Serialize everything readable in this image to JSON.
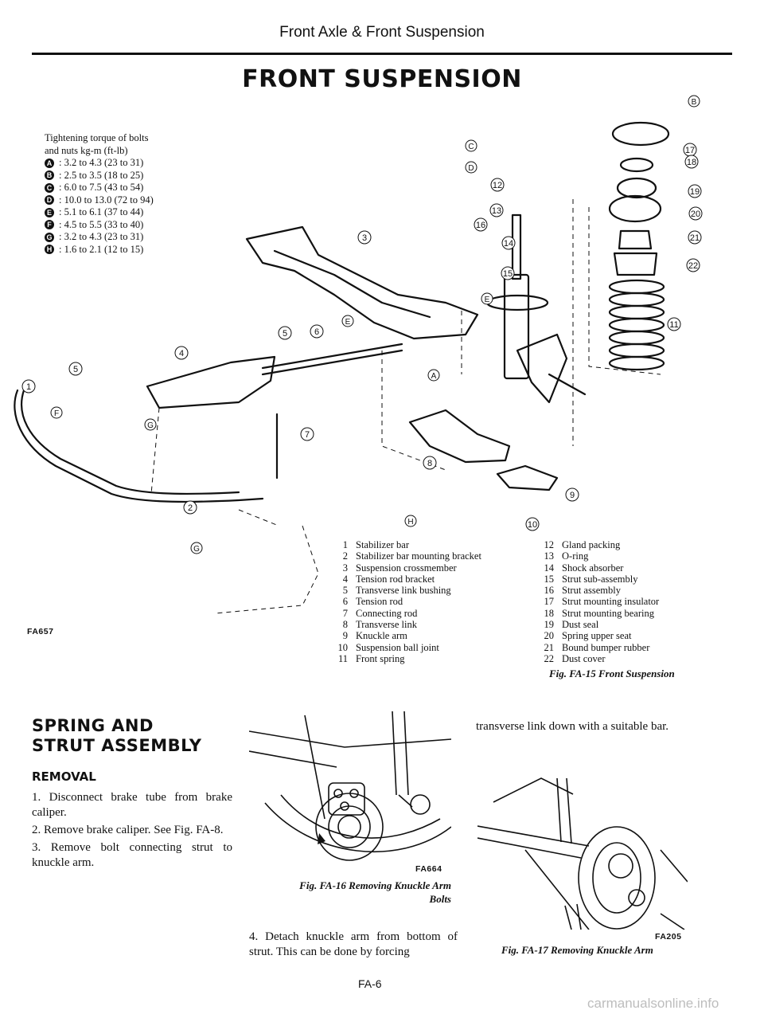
{
  "header": {
    "section_title": "Front Axle & Front Suspension",
    "page_title": "FRONT SUSPENSION"
  },
  "torque_table": {
    "heading": "Tightening torque of bolts",
    "unit_line": "and nuts kg-m (ft-lb)",
    "rows": [
      {
        "key": "A",
        "value": ": 3.2 to 4.3 (23 to 31)"
      },
      {
        "key": "B",
        "value": ": 2.5 to 3.5 (18 to 25)"
      },
      {
        "key": "C",
        "value": ": 6.0 to 7.5 (43 to 54)"
      },
      {
        "key": "D",
        "value": ": 10.0 to 13.0 (72 to 94)"
      },
      {
        "key": "E",
        "value": ": 5.1 to 6.1 (37 to 44)"
      },
      {
        "key": "F",
        "value": ": 4.5 to 5.5 (33 to 40)"
      },
      {
        "key": "G",
        "value": ": 3.2 to 4.3 (23 to 31)"
      },
      {
        "key": "H",
        "value": ": 1.6 to 2.1 (12 to 15)"
      }
    ]
  },
  "diagram": {
    "code": "FA657",
    "callouts": [
      "1",
      "2",
      "3",
      "4",
      "5",
      "6",
      "7",
      "8",
      "9",
      "10",
      "11",
      "12",
      "13",
      "14",
      "15",
      "16",
      "17",
      "18",
      "19",
      "20",
      "21",
      "22"
    ],
    "letters": [
      "A",
      "B",
      "C",
      "D",
      "E",
      "F",
      "G",
      "H"
    ]
  },
  "parts_legend": {
    "left": [
      {
        "num": "1",
        "name": "Stabilizer bar"
      },
      {
        "num": "2",
        "name": "Stabilizer bar mounting bracket"
      },
      {
        "num": "3",
        "name": "Suspension crossmember"
      },
      {
        "num": "4",
        "name": "Tension rod bracket"
      },
      {
        "num": "5",
        "name": "Transverse link bushing"
      },
      {
        "num": "6",
        "name": "Tension rod"
      },
      {
        "num": "7",
        "name": "Connecting rod"
      },
      {
        "num": "8",
        "name": "Transverse link"
      },
      {
        "num": "9",
        "name": "Knuckle arm"
      },
      {
        "num": "10",
        "name": "Suspension ball joint"
      },
      {
        "num": "11",
        "name": "Front spring"
      }
    ],
    "right": [
      {
        "num": "12",
        "name": "Gland packing"
      },
      {
        "num": "13",
        "name": "O-ring"
      },
      {
        "num": "14",
        "name": "Shock absorber"
      },
      {
        "num": "15",
        "name": "Strut sub-assembly"
      },
      {
        "num": "16",
        "name": "Strut assembly"
      },
      {
        "num": "17",
        "name": "Strut mounting insulator"
      },
      {
        "num": "18",
        "name": "Strut mounting bearing"
      },
      {
        "num": "19",
        "name": "Dust seal"
      },
      {
        "num": "20",
        "name": "Spring upper seat"
      },
      {
        "num": "21",
        "name": "Bound bumper rubber"
      },
      {
        "num": "22",
        "name": "Dust cover"
      }
    ]
  },
  "fig15_caption": "Fig. FA-15 Front Suspension",
  "spring_section": {
    "heading_line1": "SPRING AND",
    "heading_line2": "STRUT ASSEMBLY",
    "subheading": "REMOVAL",
    "steps": [
      "1. Disconnect brake tube from brake caliper.",
      "2. Remove brake caliper. See Fig. FA-8.",
      "3. Remove bolt connecting strut to knuckle arm."
    ]
  },
  "fig16": {
    "code": "FA664",
    "caption_line1": "Fig. FA-16 Removing Knuckle Arm",
    "caption_line2": "Bolts"
  },
  "step4_text": "4. Detach knuckle arm from bottom of strut. This can be done by forcing",
  "continued_text": "transverse link down with a suitable bar.",
  "fig17": {
    "code": "FA205",
    "caption": "Fig. FA-17 Removing Knuckle Arm"
  },
  "page_number": "FA-6",
  "watermark": "carmanualsonline.info"
}
